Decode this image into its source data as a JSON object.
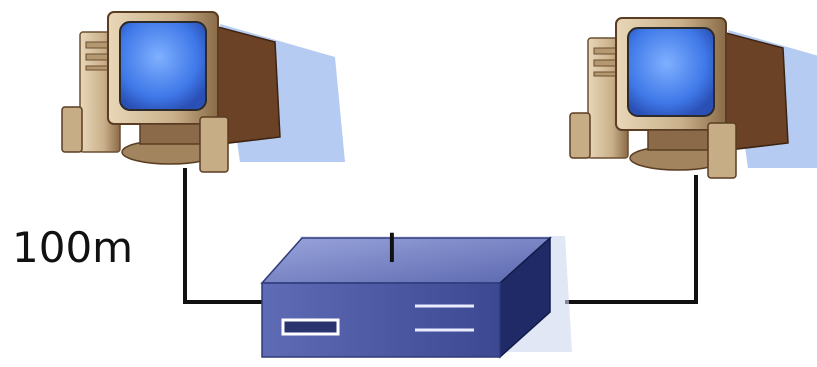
{
  "diagram": {
    "cable_length_label": "100m",
    "device_label": "I",
    "nodes": [
      {
        "name": "computer-left",
        "kind": "desktop-computer"
      },
      {
        "name": "computer-right",
        "kind": "desktop-computer"
      },
      {
        "name": "network-device",
        "kind": "hub"
      }
    ],
    "colors": {
      "screen": "#3f78e8",
      "screen_glow": "#7fb0ff",
      "monitor_body": "#c9b08a",
      "monitor_shadow": "#6b4226",
      "hub_top": "#6f7cc0",
      "hub_front": "#4d5aa0",
      "hub_side": "#1f2a66",
      "cable": "#111111",
      "drop_shadow": "#a9c2ee"
    }
  }
}
